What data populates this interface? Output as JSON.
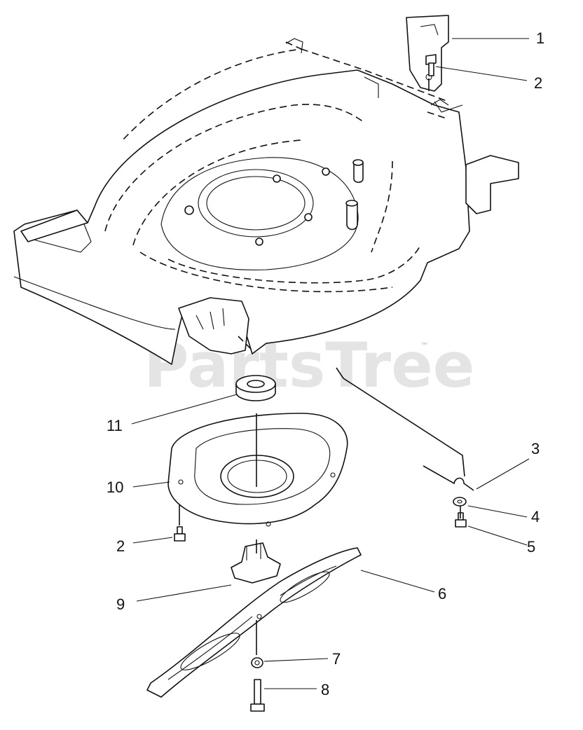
{
  "watermark": {
    "text": "PartsTree",
    "trademark": "™"
  },
  "callouts": [
    {
      "id": "c1",
      "label": "1"
    },
    {
      "id": "c2a",
      "label": "2"
    },
    {
      "id": "c3",
      "label": "3"
    },
    {
      "id": "c4",
      "label": "4"
    },
    {
      "id": "c5",
      "label": "5"
    },
    {
      "id": "c6",
      "label": "6"
    },
    {
      "id": "c2b",
      "label": "2"
    },
    {
      "id": "c7",
      "label": "7"
    },
    {
      "id": "c8",
      "label": "8"
    },
    {
      "id": "c9",
      "label": "9"
    },
    {
      "id": "c10",
      "label": "10"
    },
    {
      "id": "c11",
      "label": "11"
    }
  ]
}
